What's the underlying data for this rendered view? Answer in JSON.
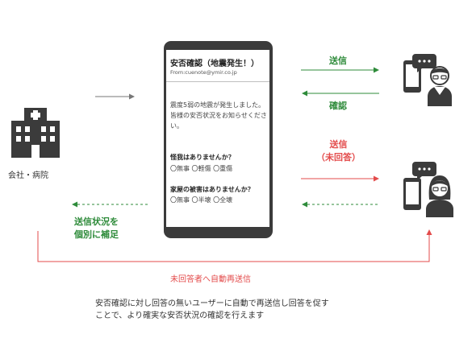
{
  "company": {
    "label": "会社・病院"
  },
  "phone": {
    "title": "安否確認（地震発生！）",
    "from": "From:cuenote@ymir.co.jp",
    "body": "震度5弱の地震が発生しました。皆様の安否状況をお知らせください。",
    "question1": {
      "label": "怪我はありませんか？",
      "options": "〇無事 〇軽傷 〇重傷"
    },
    "question2": {
      "label": "家屋の被害はありませんか？",
      "options": "〇無事 〇半壊 〇全壊"
    }
  },
  "flows": {
    "send_top": "送信",
    "confirm": "確認",
    "send_red_line1": "送信",
    "send_red_line2": "（未回答）",
    "supplement_line1": "送信状況を",
    "supplement_line2": "個別に補足",
    "auto_resend": "未回答者へ自動再送信"
  },
  "caption": {
    "line1": "安否確認に対し回答の無いユーザーに自動で再送信し回答を促す",
    "line2": "ことで、より確実な安否状況の確認を行えます"
  },
  "colors": {
    "green": "#2e8b3a",
    "red": "#e34b4b",
    "dark": "#3b3b3b",
    "gray": "#777777"
  }
}
